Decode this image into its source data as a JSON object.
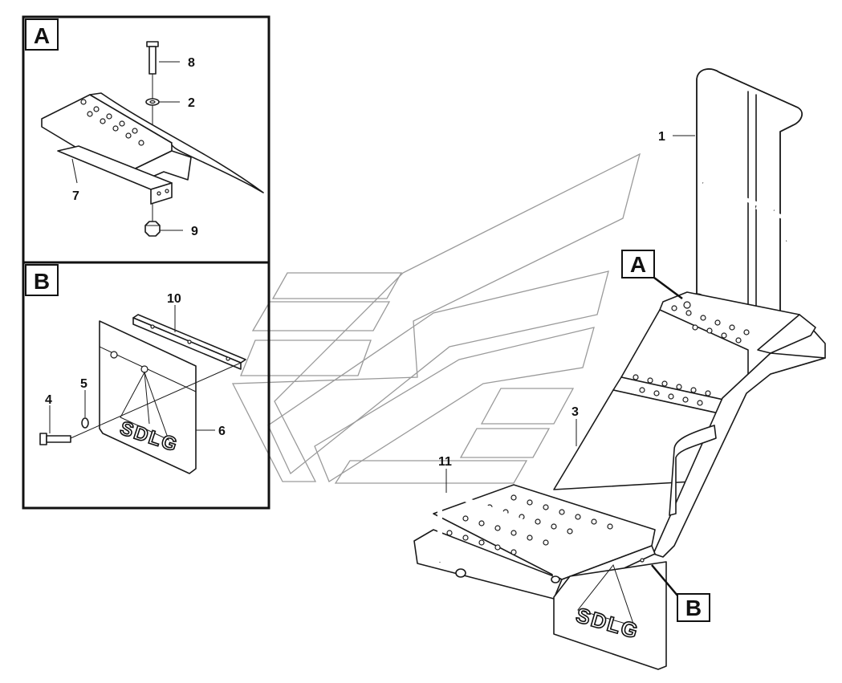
{
  "diagram": {
    "views": [
      {
        "id": "A",
        "label": "A"
      },
      {
        "id": "B",
        "label": "B"
      }
    ],
    "view_references": [
      {
        "id": "A",
        "label": "A"
      },
      {
        "id": "B",
        "label": "B"
      }
    ],
    "callouts": [
      {
        "id": "1",
        "label": "1"
      },
      {
        "id": "2",
        "label": "2"
      },
      {
        "id": "3",
        "label": "3"
      },
      {
        "id": "4",
        "label": "4"
      },
      {
        "id": "5",
        "label": "5"
      },
      {
        "id": "6",
        "label": "6"
      },
      {
        "id": "7",
        "label": "7"
      },
      {
        "id": "8",
        "label": "8"
      },
      {
        "id": "9",
        "label": "9"
      },
      {
        "id": "10",
        "label": "10"
      },
      {
        "id": "11",
        "label": "11"
      }
    ],
    "logo_text": "SDLG"
  },
  "colors": {
    "line": "#1a1a1a",
    "watermark": "#9a9a9a",
    "background": "#ffffff"
  }
}
